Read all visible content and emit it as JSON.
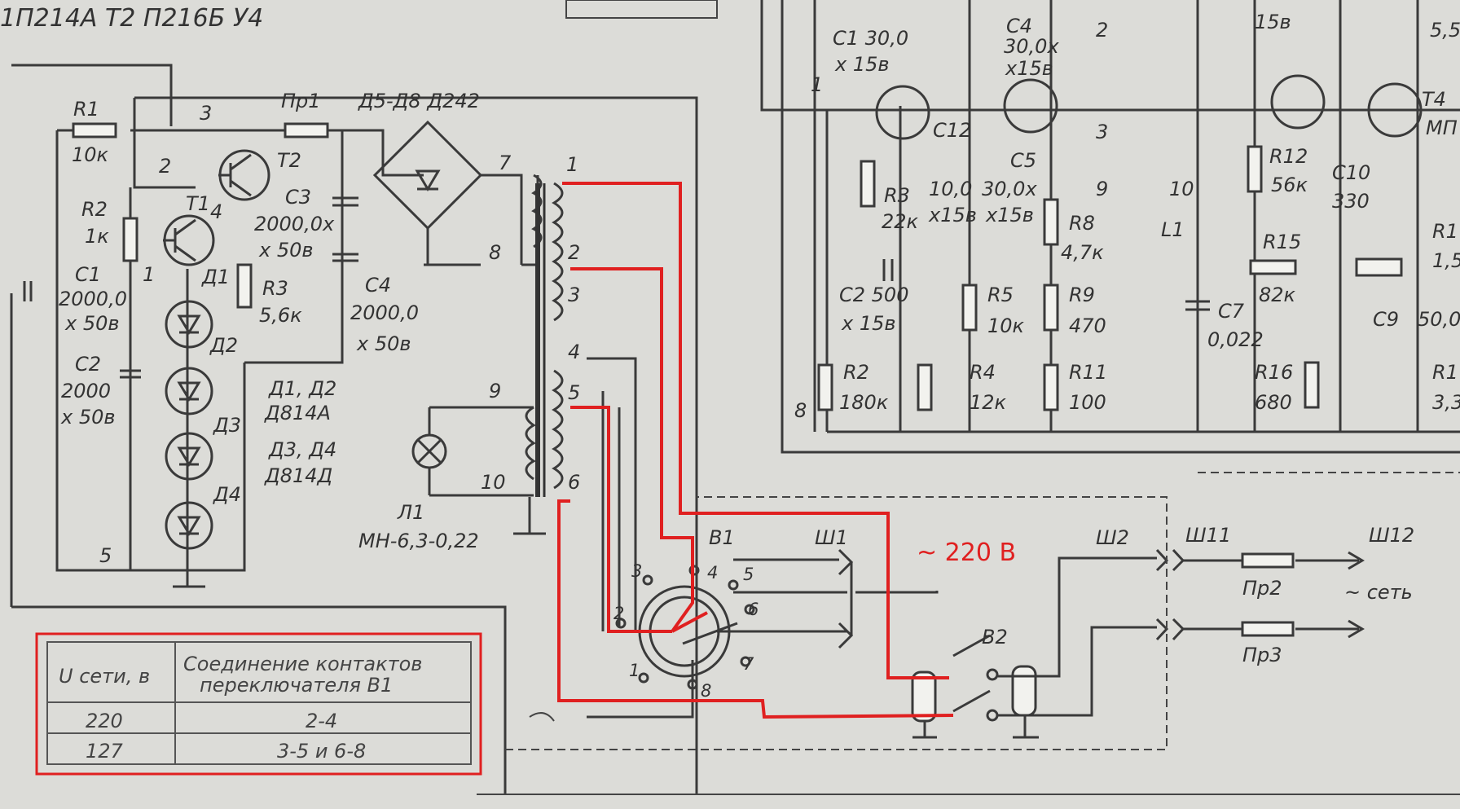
{
  "header": {
    "top_left": "1П214А  Т2 П216Б  У4"
  },
  "colors": {
    "annotation": "#e02020",
    "ink": "#3a3a3a",
    "paper": "#dcdcd8"
  },
  "power_supply": {
    "labels": {
      "R1": "R1",
      "R1v": "10к",
      "R2": "R2",
      "R2v": "1к",
      "R3": "R3",
      "R3v": "5,6к",
      "C1": "C1",
      "C1v": "2000,0",
      "C1u": "х 50в",
      "C2": "C2",
      "C2v": "2000",
      "C2u": "х 50в",
      "C3": "C3",
      "C3v": "2000,0х",
      "C3u": "х 50в",
      "C4": "C4",
      "C4v": "2000,0",
      "C4u": "х 50в",
      "T1": "Т1",
      "T2": "Т2",
      "Pr1": "Пр1",
      "bridge": "Д5-Д8  Д242",
      "D1": "Д1",
      "D2": "Д2",
      "D3": "Д3",
      "D4": "Д4",
      "diodes1": "Д1, Д2",
      "diodes1t": "Д814А",
      "diodes2": "Д3, Д4",
      "diodes2t": "Д814Д",
      "L1": "Л1",
      "lamp": "МН-6,3-0,22",
      "n1": "1",
      "n2": "2",
      "n3": "3",
      "n4": "4",
      "n5": "5",
      "n6": "6",
      "n7": "7",
      "n8": "8",
      "n9": "9",
      "n10": "10"
    }
  },
  "amplifier": {
    "labels": {
      "C1": "C1 30,0",
      "C1u": "х 15в",
      "C4": "C4",
      "C4v": "30,0х",
      "C4u": "х15в",
      "C12": "C12",
      "C12v": "10,0",
      "C12u": "х15в",
      "C5": "C5",
      "C5v": "30,0х",
      "C5u": "х15в",
      "R3": "R3",
      "R3v": "22к",
      "R8": "R8",
      "R8v": "4,7к",
      "C2": "C2 500",
      "C2u": "х 15в",
      "R5": "R5",
      "R5v": "10к",
      "R9": "R9",
      "R9v": "470",
      "C7": "C7",
      "C7v": "0,022",
      "R2": "R2",
      "R2v": "180к",
      "R4": "R4",
      "R4v": "12к",
      "R11": "R11",
      "R11v": "100",
      "R12": "R12",
      "R12v": "56к",
      "C10": "C10",
      "C10v": "330",
      "R15": "R15",
      "R15v": "82к",
      "C9": "C9",
      "C9v": "50,0",
      "R16": "R16",
      "R16v": "680",
      "L1": "L1",
      "volt": "15в",
      "T4": "Т4",
      "T4b": "МП",
      "right1": "R1",
      "right1v": "1,5",
      "right2": "R1",
      "right2v": "3,3",
      "c_right": "5,5",
      "n1": "1",
      "n2": "2",
      "n3": "3",
      "n9": "9",
      "n10": "10",
      "n8": "8"
    }
  },
  "switch_section": {
    "B1": "В1",
    "B2": "В2",
    "Sh1": "Ш1",
    "Sh2": "Ш2",
    "Sh11": "Ш11",
    "Sh12": "Ш12",
    "Pr2": "Пр2",
    "Pr3": "Пр3",
    "mains": "~ сеть",
    "annotation": "~ 220 В",
    "contacts": [
      "1",
      "2",
      "3",
      "4",
      "5",
      "6",
      "7",
      "8"
    ]
  },
  "table": {
    "headers": [
      "U сети, в",
      "Соединение контактов переключателя В1"
    ],
    "rows": [
      [
        "220",
        "2-4"
      ],
      [
        "127",
        "3-5 и 6-8"
      ]
    ]
  }
}
